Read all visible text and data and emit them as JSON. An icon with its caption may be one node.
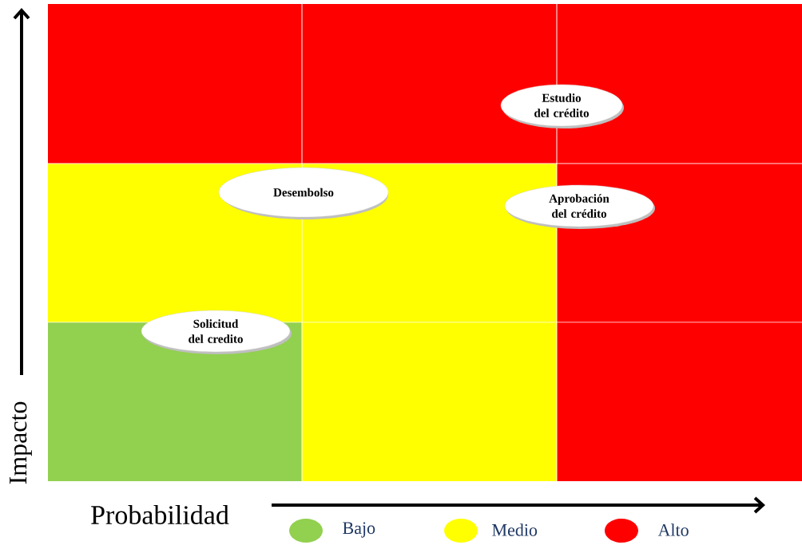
{
  "diagram": {
    "nodes": [
      {
        "text": [
          "Estudio del crédito"
        ]
      },
      {
        "text": [
          "Desembolso"
        ]
      },
      {
        "text": [
          "Aprobación del crédito"
        ]
      },
      {
        "text": [
          "Solicitud del credito"
        ]
      }
    ],
    "labels": [
      "Impacto",
      "Probabilidad"
    ],
    "legend": [
      {
        "text": "Bajo",
        "color": "#92d050"
      },
      {
        "text": "Medio",
        "color": "#ffff00"
      },
      {
        "text": "Alto",
        "color": "#ff0000"
      }
    ]
  }
}
